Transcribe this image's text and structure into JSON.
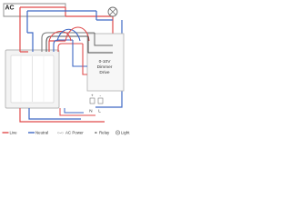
{
  "title": "AC",
  "drive_label": {
    "line1": "0-10V",
    "line2": "Dimmer",
    "line3": "Drive"
  },
  "terminals": {
    "plus": "+",
    "minus": "-",
    "left_n": "N",
    "left_l": "L"
  },
  "legend": {
    "live": "Live",
    "neutral": "Neutral",
    "ac_power": "AC Power",
    "relay": "Relay",
    "light": "Light"
  },
  "legend_symbols": {
    "ac_power": "○-○",
    "relay": "≡"
  },
  "colors": {
    "live": "#e04b4b",
    "neutral": "#3d67c4",
    "ac_frame": "#666666",
    "light": "#7a7a7a",
    "panel_bg": "#f4f4f4",
    "switch_outline": "#b6b6b6"
  }
}
